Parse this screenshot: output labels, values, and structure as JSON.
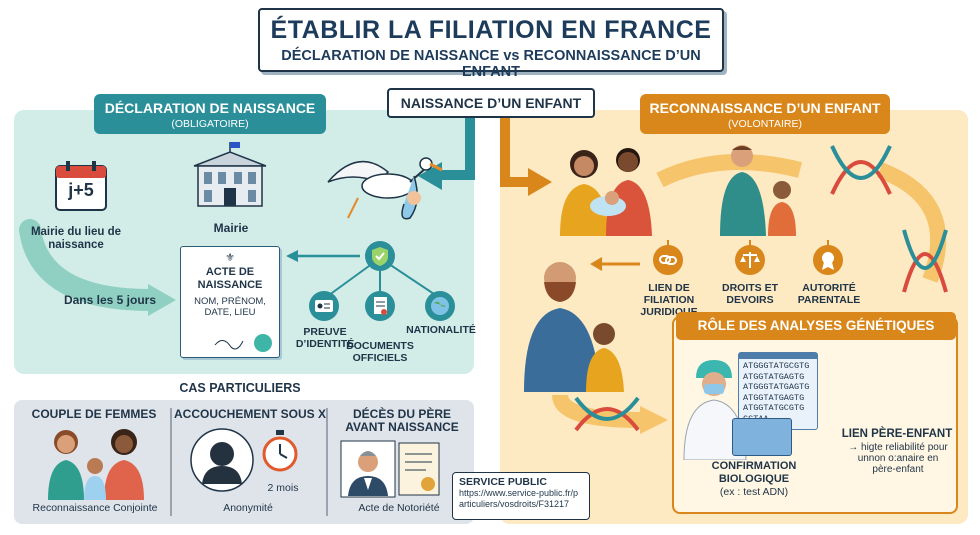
{
  "title": {
    "main": "ÉTABLIR LA FILIATION EN FRANCE",
    "sub": "DÉCLARATION DE NAISSANCE vs RECONNAISSANCE D’UN ENFANT"
  },
  "center": {
    "label": "NAISSANCE D’UN ENFANT"
  },
  "declaration": {
    "title": "DÉCLARATION DE NAISSANCE",
    "subtitle": "(OBLIGATOIRE)",
    "calendar": "j+5",
    "mairie_lieu": "Mairie du lieu de naissance",
    "mairie": "Mairie",
    "delay": "Dans les 5 jours",
    "act_title": "ACTE DE NAISSANCE",
    "act_fields": "NOM, PRÉNOM, DATE, LIEU",
    "proof": "PREUVE D’IDENTITÉ",
    "docs": "DOCUMENTS OFFICIELS",
    "nationality": "NATIONALITÉ"
  },
  "cases": {
    "title": "CAS PARTICULIERS",
    "c1_title": "COUPLE DE FEMMES",
    "c1_caption": "Reconnaissance Conjointe",
    "c2_title": "ACCOUCHEMENT SOUS X",
    "c2_timer": "2 mois",
    "c2_caption": "Anonymité",
    "c3_title": "DÉCÈS DU PÈRE AVANT NAISSANCE",
    "c3_caption": "Acte de Notoriété"
  },
  "service": {
    "title": "SERVICE PUBLIC",
    "url": "https://www.service-public.fr/particuliers/vosdroits/F31217"
  },
  "reconnaissance": {
    "title": "RECONNAISSANCE D’UN ENFANT",
    "subtitle": "(VOLONTAIRE)",
    "effect1": "LIEN DE FILIATION JURIDIQUE",
    "effect2": "DROITS ET DEVOIRS",
    "effect3": "AUTORITÉ PARENTALE"
  },
  "genetics": {
    "title": "RÔLE DES ANALYSES GÉNÉTIQUES",
    "sequence": [
      "ATGGGTATGCGTG",
      "ATGGTATGAGTG",
      "ATGGGTATGAGTG",
      "ATGGTATGAGTG",
      "ATGGTATGCGTG",
      "GGTAA"
    ],
    "confirm": "CONFIRMATION BIOLOGIQUE",
    "confirm_sub": "(ex : test ADN)",
    "link_title": "LIEN PÈRE-ENFANT",
    "link_desc": "→ higte reliabilité pour unnon o:anaire en père-enfant"
  },
  "colors": {
    "teal": "#2a8f99",
    "orange": "#d9861a",
    "navy": "#1f3447"
  }
}
